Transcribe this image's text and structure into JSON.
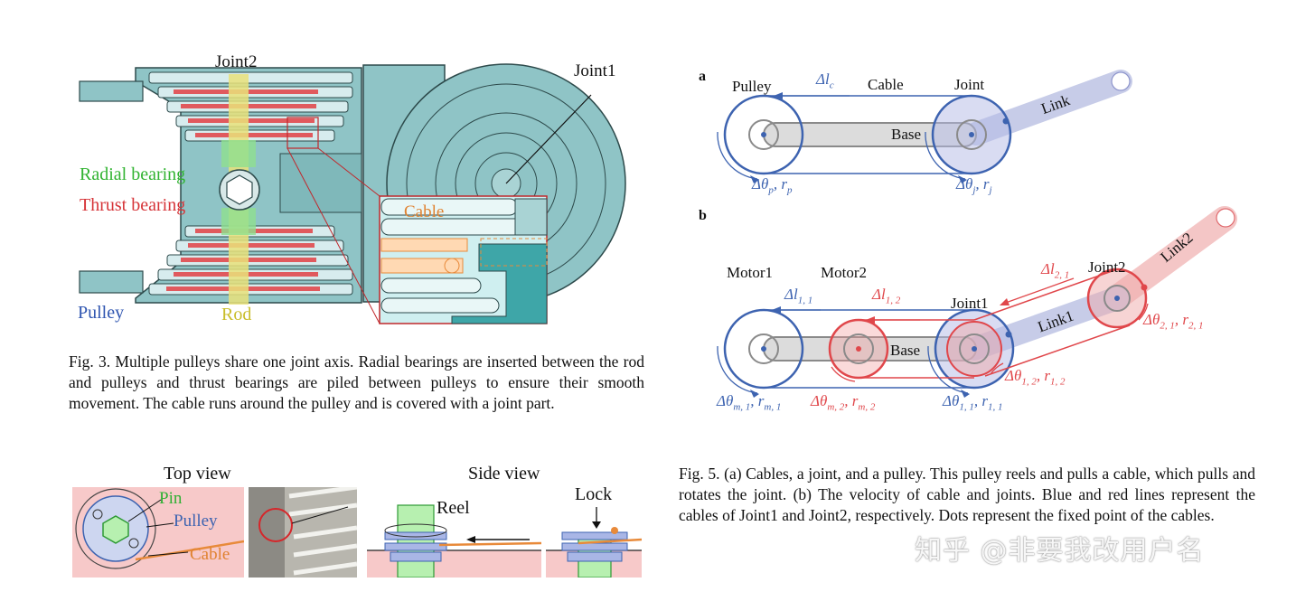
{
  "fig3": {
    "labels": {
      "joint2": "Joint2",
      "joint1": "Joint1",
      "radial": "Radial bearing",
      "thrust": "Thrust bearing",
      "cable": "Cable",
      "pulley": "Pulley",
      "rod": "Rod"
    },
    "caption": "Fig. 3.   Multiple pulleys share one joint axis. Radial bearings are inserted between the rod and pulleys and thrust bearings are piled between pulleys to ensure their smooth movement. The cable runs around the pulley and is covered with a joint part."
  },
  "fig4": {
    "top_view": "Top view",
    "side_view": "Side view",
    "pin": "Pin",
    "pulley": "Pulley",
    "cable": "Cable",
    "reel": "Reel",
    "lock": "Lock"
  },
  "fig5": {
    "a": {
      "tag": "a",
      "pulley": "Pulley",
      "cable": "Cable",
      "joint": "Joint",
      "link": "Link",
      "base": "Base",
      "dl": "Δl",
      "dl_sub": "c",
      "theta_p": "Δθ",
      "theta_p_sub": "p",
      "r_p": "r",
      "r_p_sub": "p",
      "theta_j": "Δθ",
      "theta_j_sub": "j",
      "r_j": "r",
      "r_j_sub": "j"
    },
    "b": {
      "tag": "b",
      "motor1": "Motor1",
      "motor2": "Motor2",
      "joint1": "Joint1",
      "joint2": "Joint2",
      "link1": "Link1",
      "link2": "Link2",
      "base": "Base",
      "dl11": "Δl",
      "dl11_sub": "1, 1",
      "dl12": "Δl",
      "dl12_sub": "1, 2",
      "dl21": "Δl",
      "dl21_sub": "2, 1",
      "tm1": "Δθ",
      "tm1_sub": "m, 1",
      "rm1": "r",
      "rm1_sub": "m, 1",
      "tm2": "Δθ",
      "tm2_sub": "m, 2",
      "rm2": "r",
      "rm2_sub": "m, 2",
      "t11": "Δθ",
      "t11_sub": "1, 1",
      "r11": "r",
      "r11_sub": "1, 1",
      "t12": "Δθ",
      "t12_sub": "1, 2",
      "r12": "r",
      "r12_sub": "1, 2",
      "t21": "Δθ",
      "t21_sub": "2, 1",
      "r21": "r",
      "r21_sub": "2, 1"
    },
    "caption": "Fig. 5.   (a) Cables, a joint, and a pulley. This pulley reels and pulls a cable, which pulls and rotates the joint. (b) The velocity of cable and joints. Blue and red lines represent the cables of Joint1 and Joint2, respectively. Dots represent the fixed point of the cables."
  },
  "watermark": "知乎 @非要我改用户名",
  "colors": {
    "teal": "#8fc4c6",
    "teal_dark": "#3c5f61",
    "blue": "#3d63b0",
    "red": "#e0474b",
    "green": "#46c64a",
    "orange": "#e88a3a",
    "yellow": "#d8cc4a",
    "pink": "#f7c9c9"
  }
}
